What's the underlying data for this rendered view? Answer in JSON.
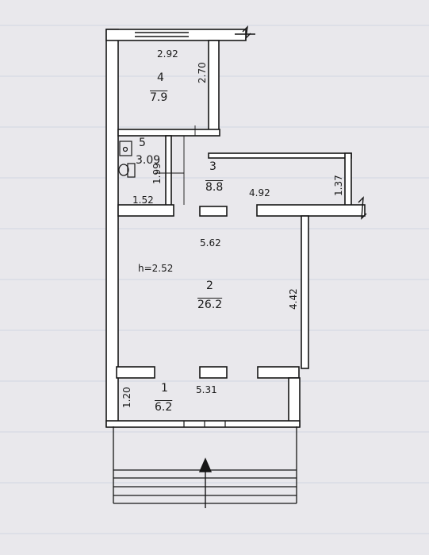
{
  "rooms": [
    {
      "id": "1",
      "number": "1",
      "area": "6.2"
    },
    {
      "id": "2",
      "number": "2",
      "area": "26.2"
    },
    {
      "id": "3",
      "number": "3",
      "area": "8.8"
    },
    {
      "id": "4",
      "number": "4",
      "area": "7.9"
    },
    {
      "id": "5",
      "number": "5",
      "area": "3.09"
    }
  ],
  "dimensions": {
    "r4_width": "2.92",
    "r4_depth": "2.70",
    "r5_depth": "1.99",
    "r5_width": "1.52",
    "r3_width": "4.92",
    "r3_depth": "1.37",
    "r2_width": "5.62",
    "r2_depth": "4.42",
    "r1_width": "5.31",
    "r1_depth": "1.20"
  },
  "ceiling_height": "h=2.52",
  "colors": {
    "wall": "#161616",
    "wall_fill": "#ffffff",
    "grid": "#b9c3d8",
    "paper": "#e9e8ec"
  },
  "icons": [
    "toilet-icon",
    "sink-icon",
    "entrance-arrow-icon"
  ]
}
